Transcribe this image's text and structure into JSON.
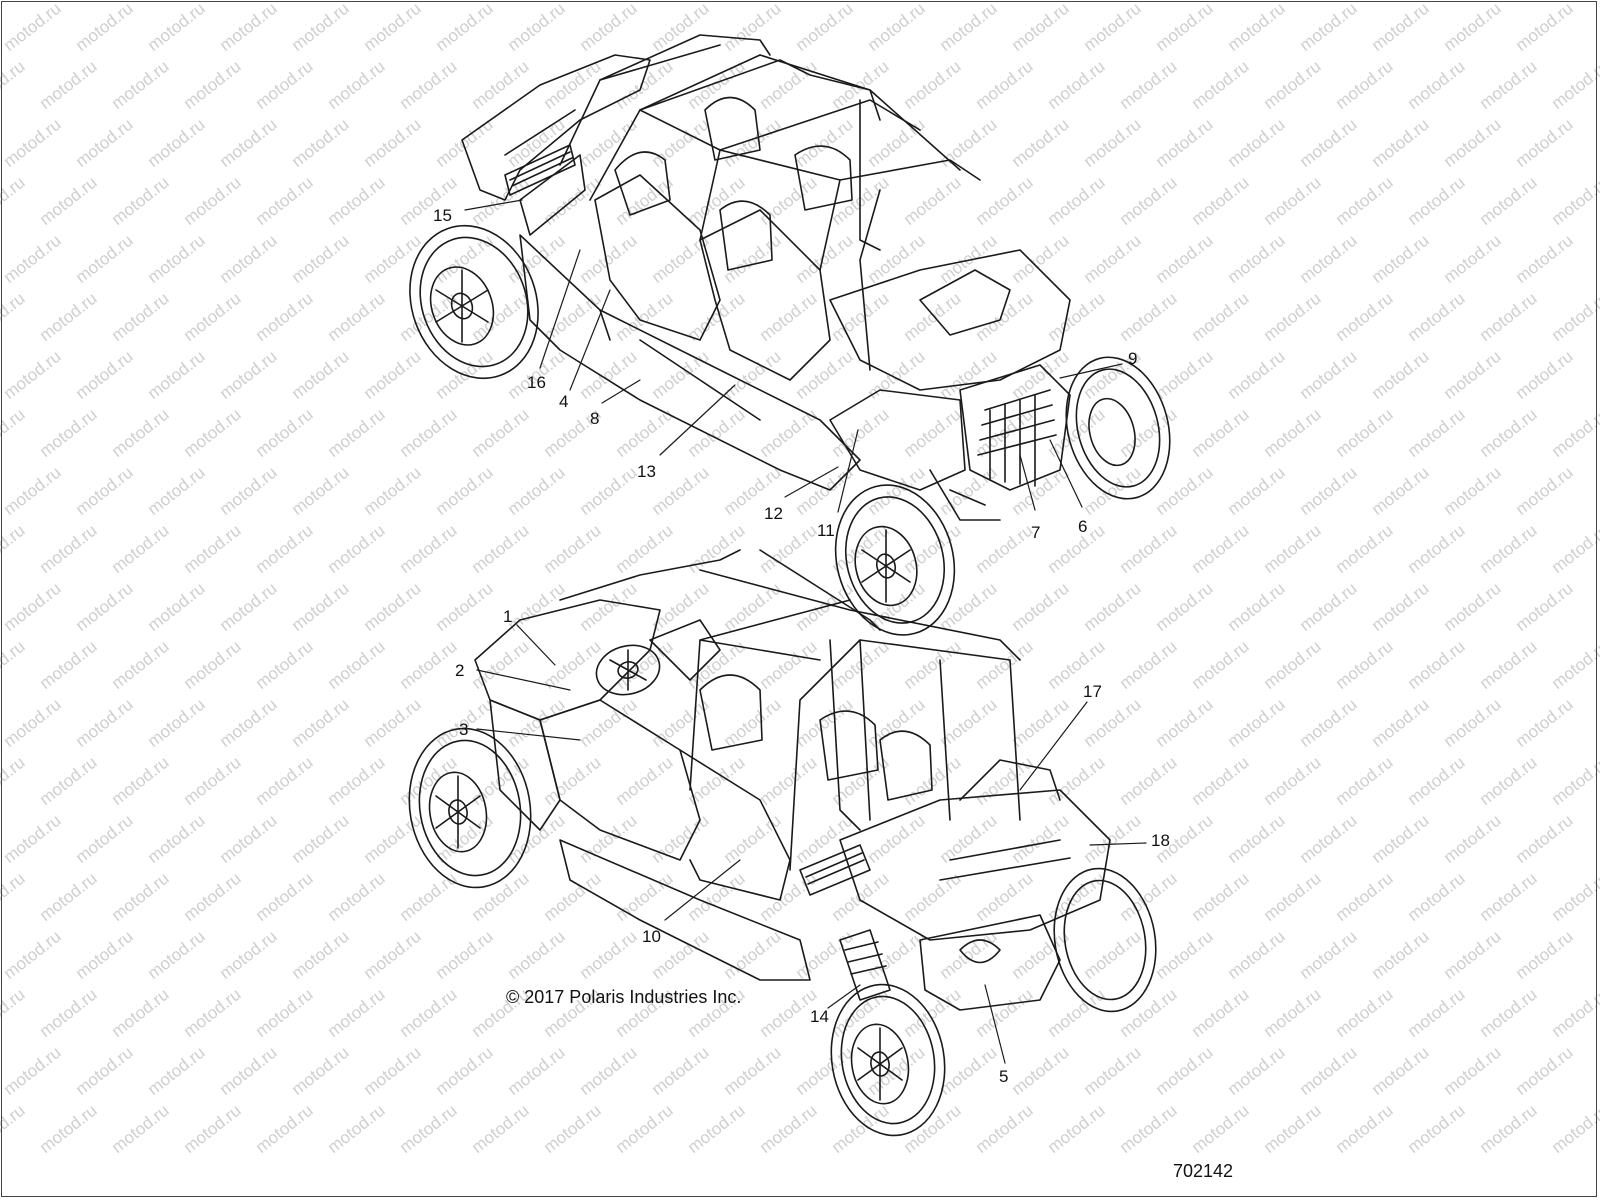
{
  "watermark": {
    "text": "motod.ru"
  },
  "copyright": "© 2017 Polaris Industries Inc.",
  "document_number": "702142",
  "views": [
    {
      "name": "top-view-left-side"
    },
    {
      "name": "bottom-view-right-side"
    }
  ],
  "callouts": [
    {
      "label": "15",
      "view": "top"
    },
    {
      "label": "16",
      "view": "top"
    },
    {
      "label": "4",
      "view": "top"
    },
    {
      "label": "8",
      "view": "top"
    },
    {
      "label": "13",
      "view": "top"
    },
    {
      "label": "12",
      "view": "top"
    },
    {
      "label": "11",
      "view": "top"
    },
    {
      "label": "7",
      "view": "top"
    },
    {
      "label": "6",
      "view": "top"
    },
    {
      "label": "9",
      "view": "top"
    },
    {
      "label": "1",
      "view": "bottom"
    },
    {
      "label": "2",
      "view": "bottom"
    },
    {
      "label": "3",
      "view": "bottom"
    },
    {
      "label": "17",
      "view": "bottom"
    },
    {
      "label": "18",
      "view": "bottom"
    },
    {
      "label": "10",
      "view": "bottom"
    },
    {
      "label": "14",
      "view": "bottom"
    },
    {
      "label": "5",
      "view": "bottom"
    }
  ],
  "colors": {
    "line": "#1a1a1a",
    "watermark": "#cfcfcf",
    "background": "#ffffff"
  }
}
